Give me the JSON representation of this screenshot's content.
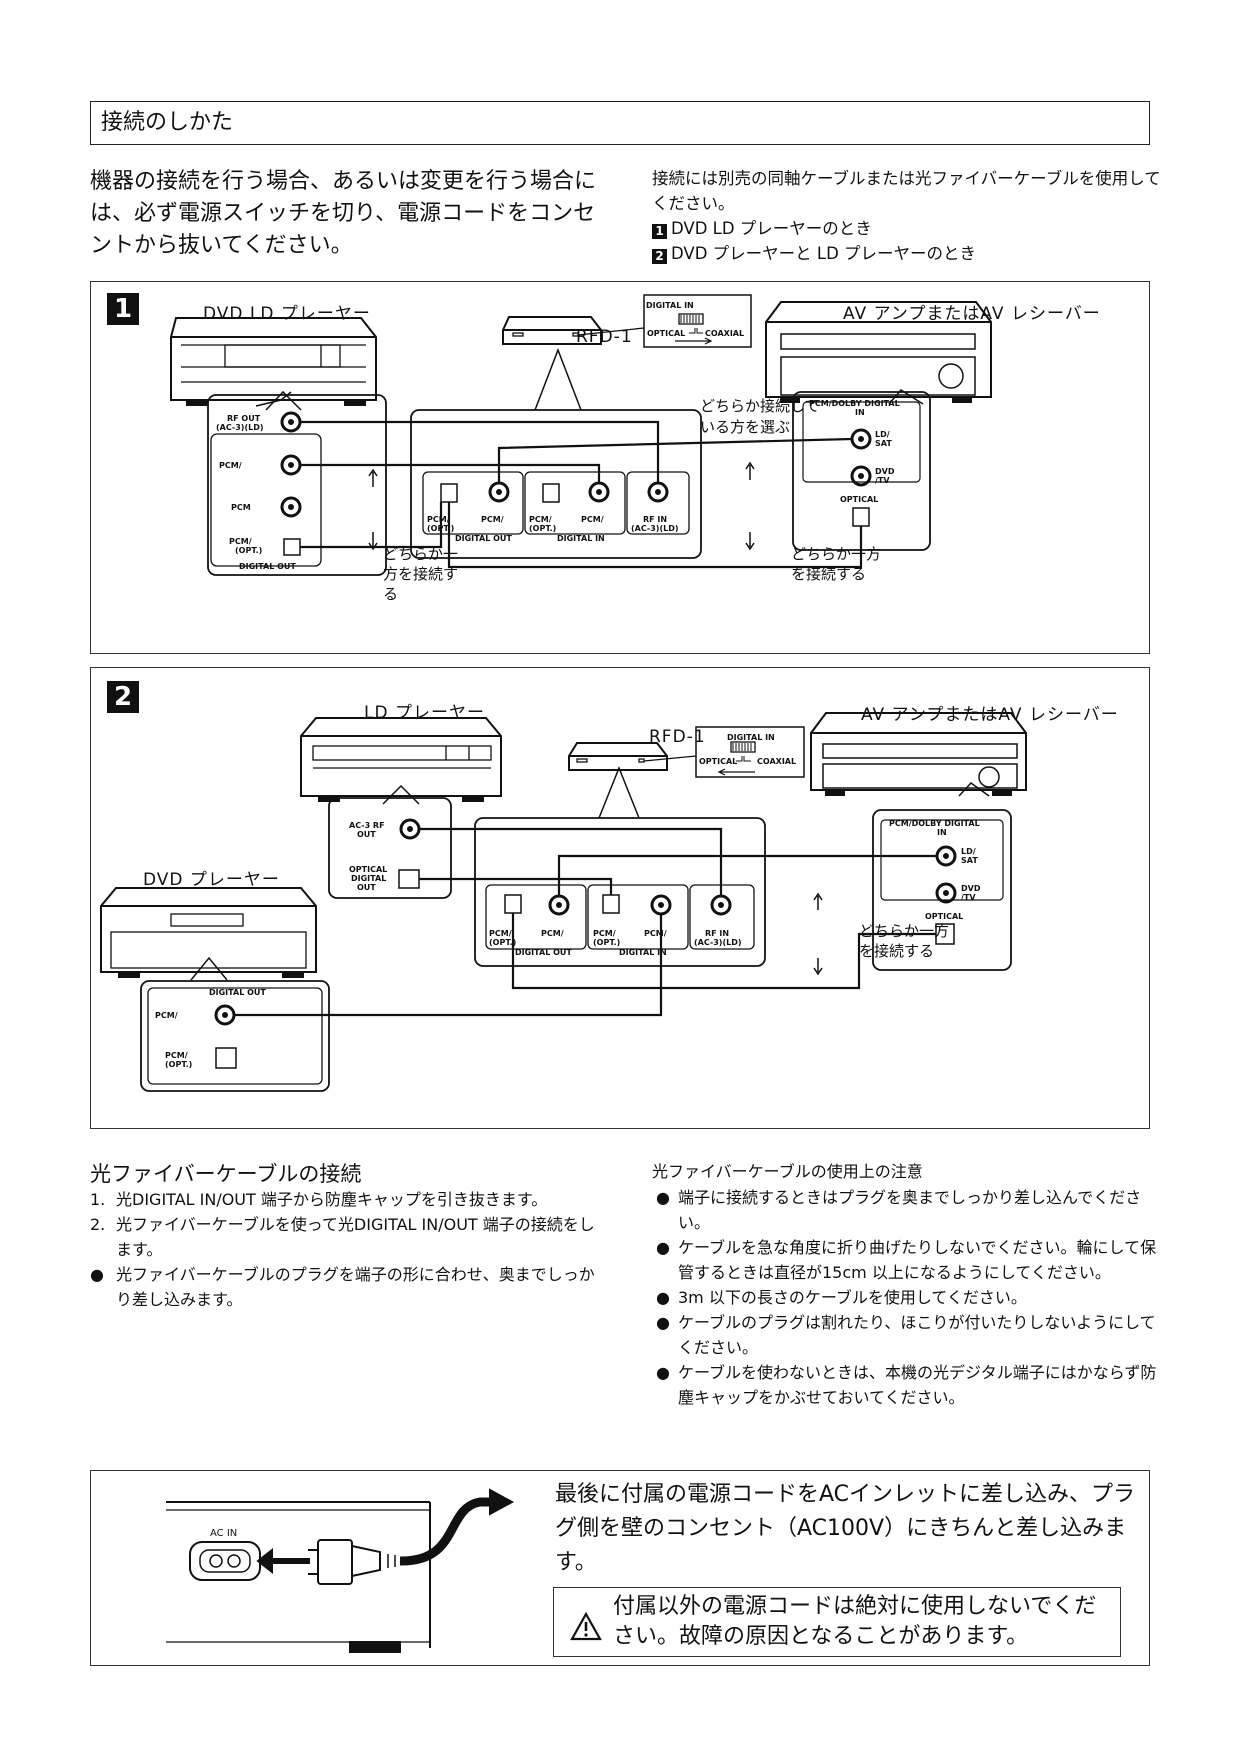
{
  "section_title": "接続のしかた",
  "intro_left": "機器の接続を行う場合、あるいは変更を行う場合には、必ず電源スイッチを切り、電源コードをコンセントから抜いてください。",
  "intro_right": {
    "line": "接続には別売の同軸ケーブルまたは光ファイバーケーブルを使用してください。",
    "item1_num": "1",
    "item1": "DVD LD プレーヤーのとき",
    "item2_num": "2",
    "item2": "DVD プレーヤーと LD プレーヤーのとき"
  },
  "diagram1": {
    "num": "1",
    "player_label": "DVD LD プレーヤー",
    "rfd_label": "RFD-1",
    "amp_label": "AV アンプまたはAV レシーバー",
    "switch_digital_in": "DIGITAL IN",
    "switch_optical": "OPTICAL",
    "switch_coaxial": "COAXIAL",
    "note_select_1": "どちらか接続して",
    "note_select_2": "いる方を選ぶ",
    "player_rf_out_1": "RF OUT",
    "player_rf_out_2": "(AC-3)(LD)",
    "player_pcm_dd": "PCM/",
    "player_pcm": "PCM",
    "player_pcm_opt_1": "PCM/",
    "player_pcm_opt_2": "(OPT.)",
    "player_digital_out": "DIGITAL OUT",
    "note_left_1": "どちらか一",
    "note_left_2": "方を接続す",
    "note_left_3": "る",
    "rfd_pcm_opt_1": "PCM/",
    "rfd_pcm_opt_2": "(OPT.)",
    "rfd_pcm_dd": "PCM/",
    "rfd_digital_out": "DIGITAL OUT",
    "rfd_digital_in": "DIGITAL IN",
    "rfd_rf_in_1": "RF IN",
    "rfd_rf_in_2": "(AC-3)(LD)",
    "note_right_1": "どちらか一方",
    "note_right_2": "を接続する",
    "amp_pcm_dolby_1": "PCM/DOLBY DIGITAL",
    "amp_pcm_dolby_2": "IN",
    "amp_ld_sat_1": "LD/",
    "amp_ld_sat_2": "SAT",
    "amp_dvd_tv_1": "DVD",
    "amp_dvd_tv_2": "/TV",
    "amp_optical": "OPTICAL"
  },
  "diagram2": {
    "num": "2",
    "ld_label": "LD プレーヤー",
    "dvd_label": "DVD プレーヤー",
    "rfd_label": "RFD-1",
    "amp_label": "AV アンプまたはAV レシーバー",
    "switch_digital_in": "DIGITAL IN",
    "switch_optical": "OPTICAL",
    "switch_coaxial": "COAXIAL",
    "ld_ac3_1": "AC-3 RF",
    "ld_ac3_2": "OUT",
    "ld_optical_1": "OPTICAL",
    "ld_optical_2": "DIGITAL",
    "ld_optical_3": "OUT",
    "dvd_digital_out": "DIGITAL OUT",
    "dvd_pcm_dd": "PCM/",
    "dvd_pcm_opt_1": "PCM/",
    "dvd_pcm_opt_2": "(OPT.)",
    "rfd_pcm_opt_1": "PCM/",
    "rfd_pcm_opt_2": "(OPT.)",
    "rfd_pcm_dd": "PCM/",
    "rfd_digital_out": "DIGITAL OUT",
    "rfd_digital_in": "DIGITAL IN",
    "rfd_rf_in_1": "RF IN",
    "rfd_rf_in_2": "(AC-3)(LD)",
    "note_right_1": "どちらか一方",
    "note_right_2": "を接続する",
    "amp_pcm_dolby_1": "PCM/DOLBY DIGITAL",
    "amp_pcm_dolby_2": "IN",
    "amp_ld_sat_1": "LD/",
    "amp_ld_sat_2": "SAT",
    "amp_dvd_tv_1": "DVD",
    "amp_dvd_tv_2": "/TV",
    "amp_optical": "OPTICAL"
  },
  "optical_section": {
    "title": "光ファイバーケーブルの接続",
    "items": [
      {
        "marker": "1.",
        "text": "光DIGITAL IN/OUT 端子から防塵キャップを引き抜きます。"
      },
      {
        "marker": "2.",
        "text": "光ファイバーケーブルを使って光DIGITAL IN/OUT 端子の接続をします。"
      },
      {
        "marker": "●",
        "text": "光ファイバーケーブルのプラグを端子の形に合わせ、奥までしっかり差し込みます。"
      }
    ]
  },
  "care_section": {
    "title": "光ファイバーケーブルの使用上の注意",
    "items": [
      "端子に接続するときはプラグを奥までしっかり差し込んでください。",
      "ケーブルを急な角度に折り曲げたりしないでください。輪にして保管するときは直径が15cm 以上になるようにしてください。",
      "3m 以下の長さのケーブルを使用してください。",
      "ケーブルのプラグは割れたり、ほこりが付いたりしないようにしてください。",
      "ケーブルを使わないときは、本機の光デジタル端子にはかならず防塵キャップをかぶせておいてください。"
    ]
  },
  "power": {
    "ac_in_label": "AC IN",
    "text": "最後に付属の電源コードをACインレットに差し込み、プラグ側を壁のコンセント（AC100V）にきちんと差し込みます。",
    "warning": "付属以外の電源コードは絶対に使用しないでください。故障の原因となることがあります。"
  },
  "icons": {
    "warning": "warning-triangle-icon",
    "bullet": "bullet-icon",
    "arrow": "arrow-right-icon"
  }
}
